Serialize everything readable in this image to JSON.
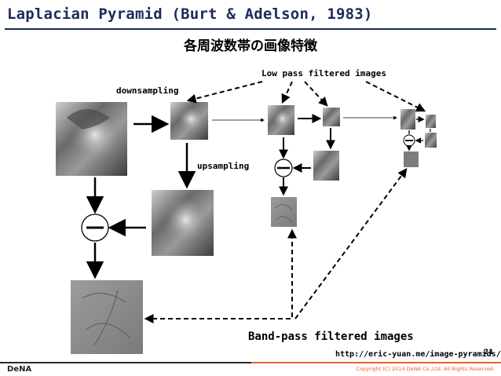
{
  "title": "Laplacian Pyramid (Burt & Adelson, 1983)",
  "subtitle": "各周波数帯の画像特徴",
  "labels": {
    "low_pass": "Low pass filtered images",
    "downsampling": "downsampling",
    "upsampling": "upsampling",
    "band_pass": "Band-pass filtered images",
    "url": "http://eric-yuan.me/image-pyramids/"
  },
  "page_number": "21",
  "footer": {
    "logo": "DeNA",
    "copyright": "Copyright (C) 2014 DeNA Co.,Ltd. All Rights Reserved."
  },
  "colors": {
    "title": "#1c2b5a",
    "accent": "#e8612c"
  }
}
